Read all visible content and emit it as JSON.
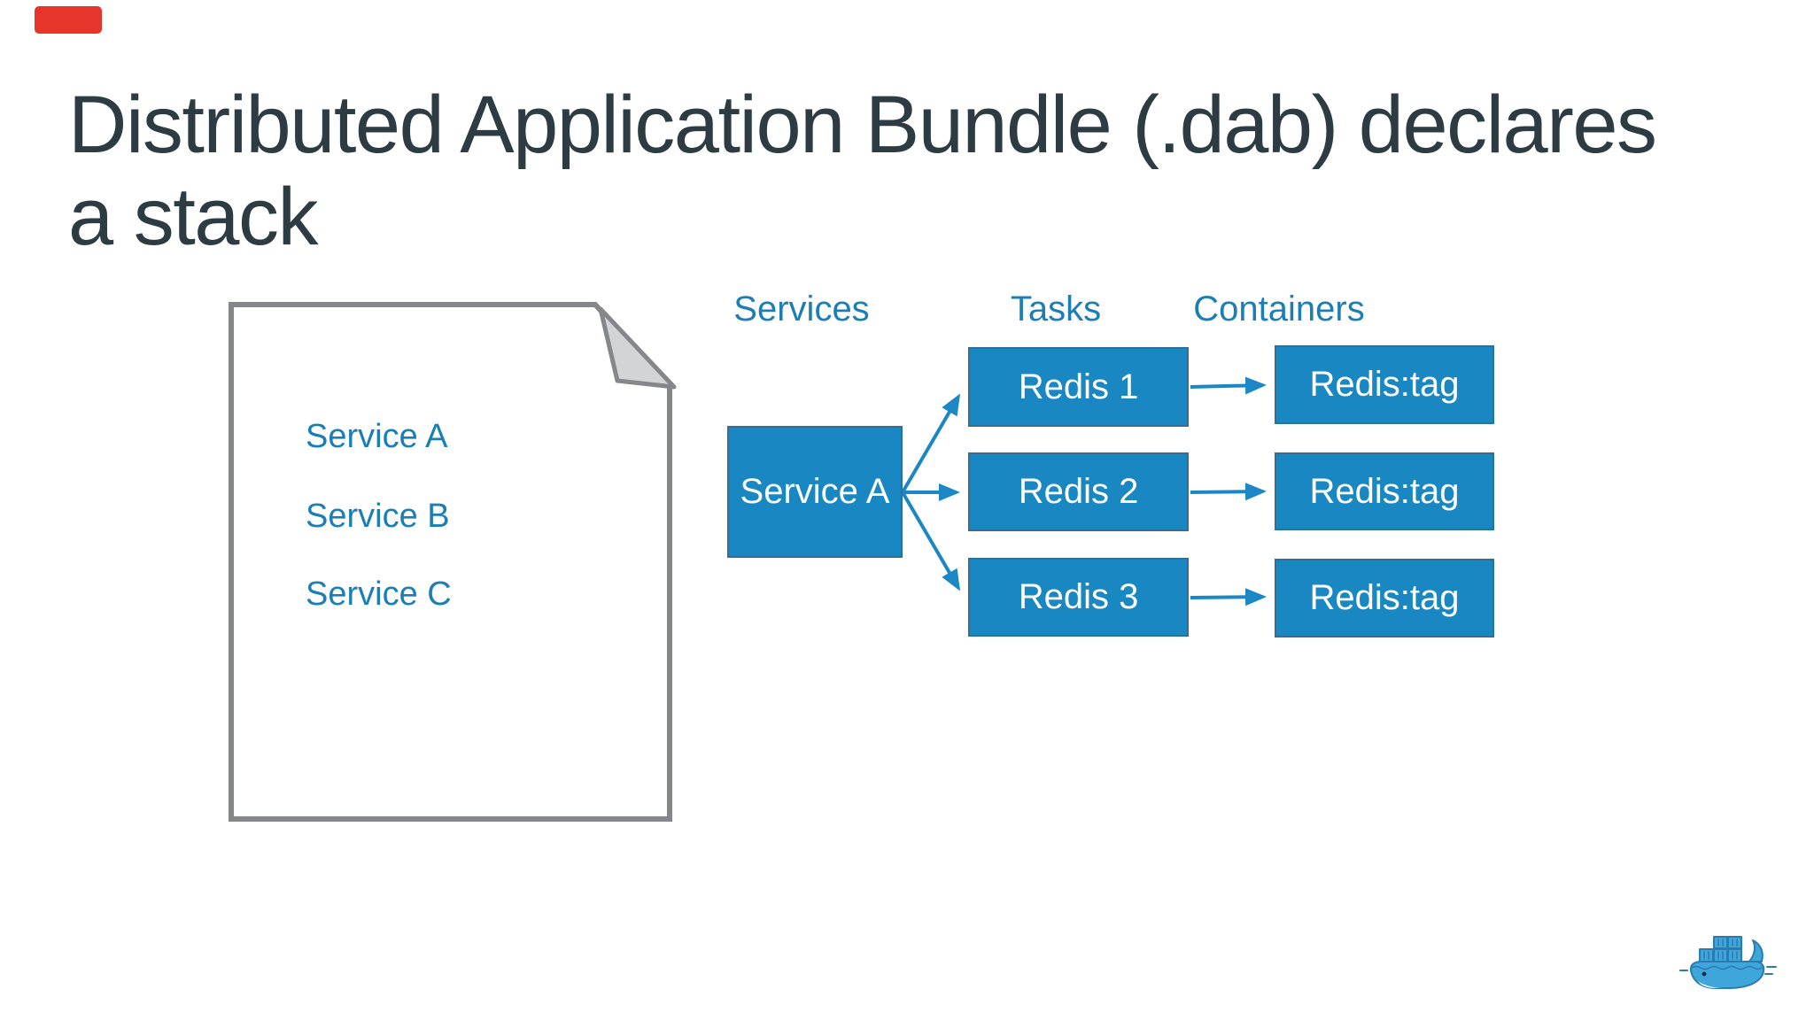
{
  "slide": {
    "title": {
      "line1": "Distributed Application Bundle (.dab) declares",
      "line2": "a stack"
    },
    "bundle_file": {
      "lines": [
        "Service A",
        "Service B",
        "Service C"
      ]
    },
    "columns": {
      "services": "Services",
      "tasks": "Tasks",
      "containers": "Containers"
    },
    "service_nodes": [
      {
        "label": "Service A"
      }
    ],
    "task_nodes": [
      {
        "label": "Redis 1"
      },
      {
        "label": "Redis 2"
      },
      {
        "label": "Redis 3"
      }
    ],
    "container_nodes": [
      {
        "label": "Redis:tag"
      },
      {
        "label": "Redis:tag"
      },
      {
        "label": "Redis:tag"
      }
    ],
    "icons": {
      "logo": "docker-whale-icon",
      "document": "document-dogear-icon",
      "indicator": "red-indicator"
    },
    "colors": {
      "title_text": "#2D3B43",
      "accent_blue_text": "#1B7EB5",
      "node_fill": "#1987C1",
      "node_border": "#2D7099",
      "arrow": "#1B87C4",
      "document_border": "#85878A",
      "document_fold_fill": "#D2D4D6",
      "indicator_red": "#E7352C",
      "background": "#FFFFFF"
    }
  }
}
